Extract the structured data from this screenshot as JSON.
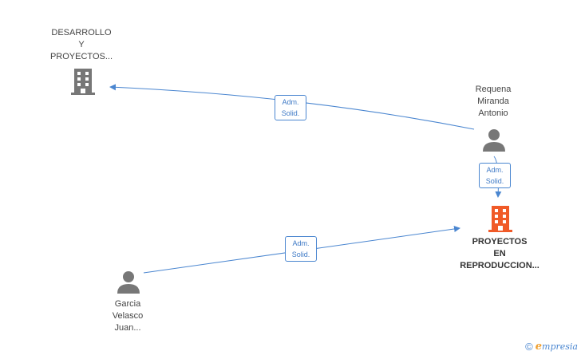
{
  "nodes": {
    "company_desarrollo": {
      "lines": [
        "DESARROLLO",
        "Y",
        "PROYECTOS..."
      ],
      "icon": "building-icon",
      "color": "#777777"
    },
    "person_requena": {
      "lines": [
        "Requena",
        "Miranda",
        "Antonio"
      ],
      "icon": "person-icon",
      "color": "#777777"
    },
    "company_proyectos": {
      "lines": [
        "PROYECTOS",
        "EN",
        "REPRODUCCION..."
      ],
      "icon": "building-icon",
      "color": "#f05a28"
    },
    "person_garcia": {
      "lines": [
        "Garcia",
        "Velasco",
        "Juan..."
      ],
      "icon": "person-icon",
      "color": "#777777"
    }
  },
  "edges": [
    {
      "from": "person_requena",
      "to": "company_desarrollo",
      "label": [
        "Adm.",
        "Solid."
      ]
    },
    {
      "from": "person_requena",
      "to": "company_proyectos",
      "label": [
        "Adm.",
        "Solid."
      ]
    },
    {
      "from": "person_garcia",
      "to": "company_proyectos",
      "label": [
        "Adm.",
        "Solid."
      ]
    }
  ],
  "edge_color": "#4a86d0",
  "footer": {
    "copyright_symbol": "©",
    "brand_initial": "e",
    "brand_rest": "mpresia"
  }
}
